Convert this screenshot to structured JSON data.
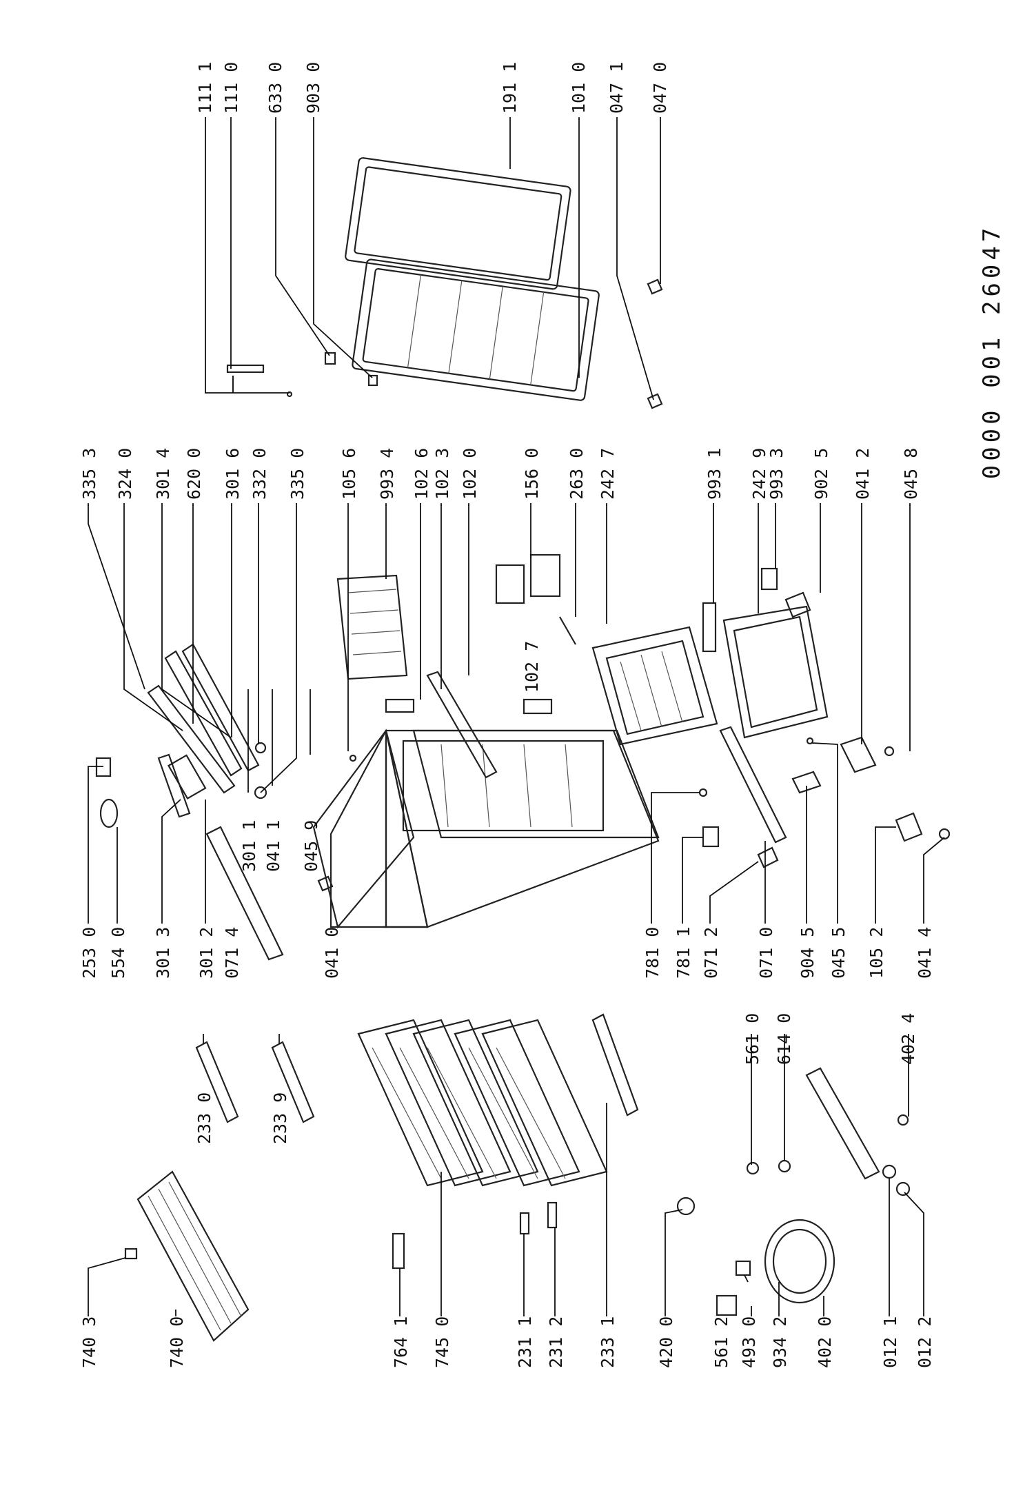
{
  "document": {
    "reference_number": "0000 001 26047"
  },
  "labels": {
    "l1111": "111 1",
    "l1110": "111 0",
    "l6330": "633 0",
    "l9030": "903 0",
    "l1911": "191 1",
    "l1010": "101 0",
    "l0471": "047 1",
    "l0470": "047 0",
    "l3353": "335 3",
    "l3240": "324 0",
    "l3014": "301 4",
    "l6200": "620 0",
    "l3016": "301 6",
    "l3320": "332 0",
    "l3350": "335 0",
    "l1056": "105 6",
    "l9934": "993 4",
    "l1026": "102 6",
    "l1023": "102 3",
    "l1020": "102 0",
    "l1560": "156 0",
    "l2630": "263 0",
    "l2427": "242 7",
    "l9931": "993 1",
    "l2429": "242 9",
    "l9933": "993 3",
    "l9025": "902 5",
    "l0412": "041 2",
    "l0458": "045 8",
    "l1027": "102 7",
    "l2530": "253 0",
    "l5540": "554 0",
    "l3013": "301 3",
    "l3012": "301 2",
    "l0714": "071 4",
    "l3011": "301 1",
    "l0411": "041 1",
    "l0459": "045 9",
    "l0410": "041 0",
    "l7810": "781 0",
    "l7811": "781 1",
    "l0712": "071 2",
    "l0710": "071 0",
    "l9045": "904 5",
    "l0455": "045 5",
    "l1052": "105 2",
    "l0414": "041 4",
    "l2330": "233 0",
    "l2339": "233 9",
    "l5610": "561 0",
    "l6140": "614 0",
    "l4024": "402 4",
    "l7403": "740 3",
    "l7400": "740 0",
    "l7641": "764 1",
    "l7450": "745 0",
    "l2311": "231 1",
    "l2312": "231 2",
    "l2331": "233 1",
    "l4200": "420 0",
    "l5612": "561 2",
    "l4930": "493 0",
    "l9342": "934 2",
    "l4020": "402 0",
    "l0121": "012 1",
    "l0122": "012 2"
  }
}
